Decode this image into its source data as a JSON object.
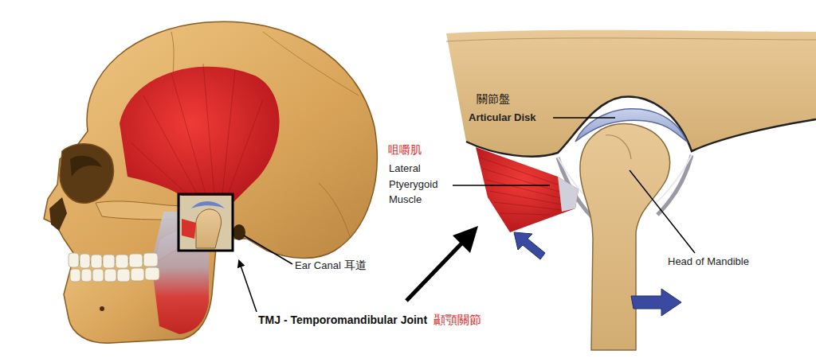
{
  "diagram": {
    "labels": [
      "關節盤",
      "Articular Disk",
      "咀嚼肌",
      "Lateral Ptyerygoid Muscle",
      "Head of Mandible",
      "Ear Canal",
      "耳道",
      "TMJ - Temporomandibular Joint",
      "顳顎關節"
    ]
  }
}
